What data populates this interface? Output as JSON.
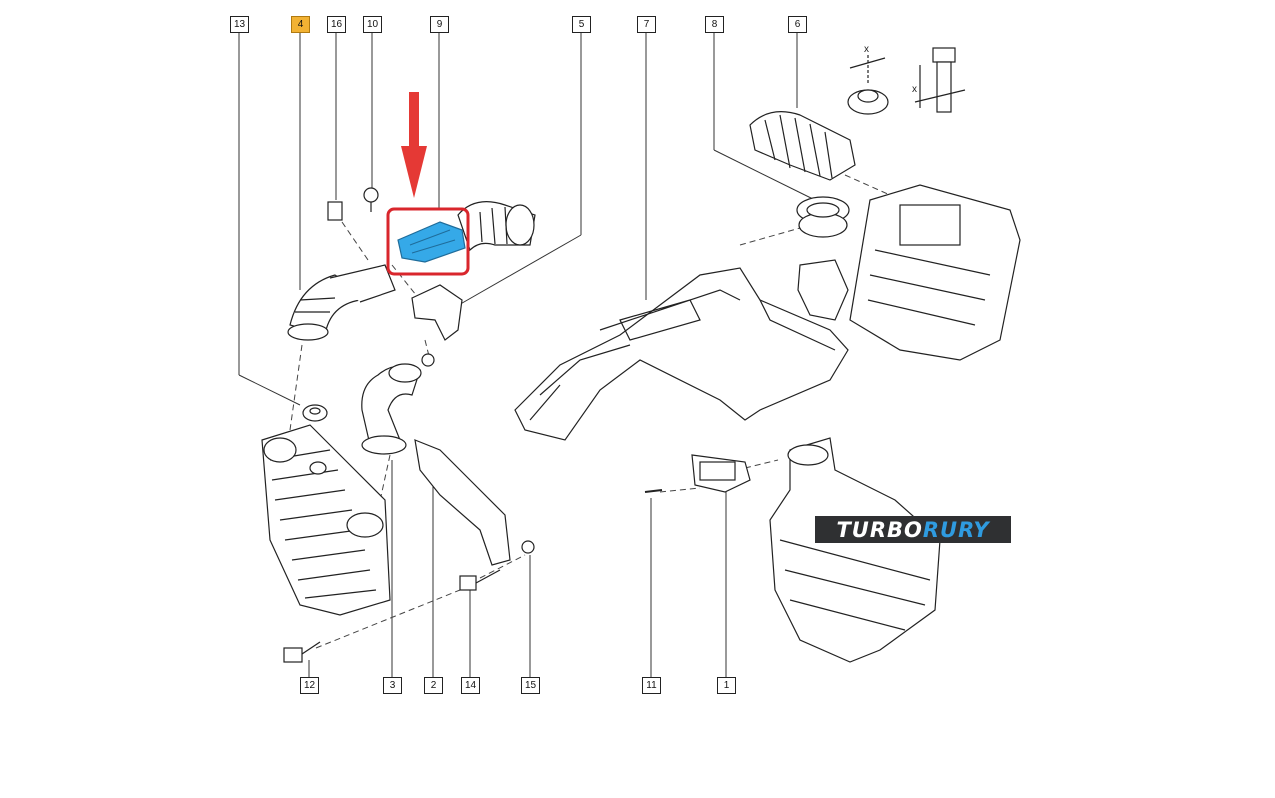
{
  "callouts": {
    "c13": "13",
    "c4": "4",
    "c16": "16",
    "c10": "10",
    "c9": "9",
    "c5": "5",
    "c7": "7",
    "c8": "8",
    "c6": "6",
    "c12": "12",
    "c3": "3",
    "c2": "2",
    "c14": "14",
    "c15": "15",
    "c11": "11",
    "c1": "1"
  },
  "dimension_marks": {
    "x1": "x",
    "x2": "x"
  },
  "logo": {
    "part1": "TURBO",
    "part2": "RURY"
  },
  "colors": {
    "highlight_part": "#35a9e8",
    "arrow": "#e53935",
    "highlight_box": "#d9262c",
    "callout_highlight": "#f2b233",
    "logo_bg": "#2f3032",
    "logo_accent": "#2f9be0"
  }
}
